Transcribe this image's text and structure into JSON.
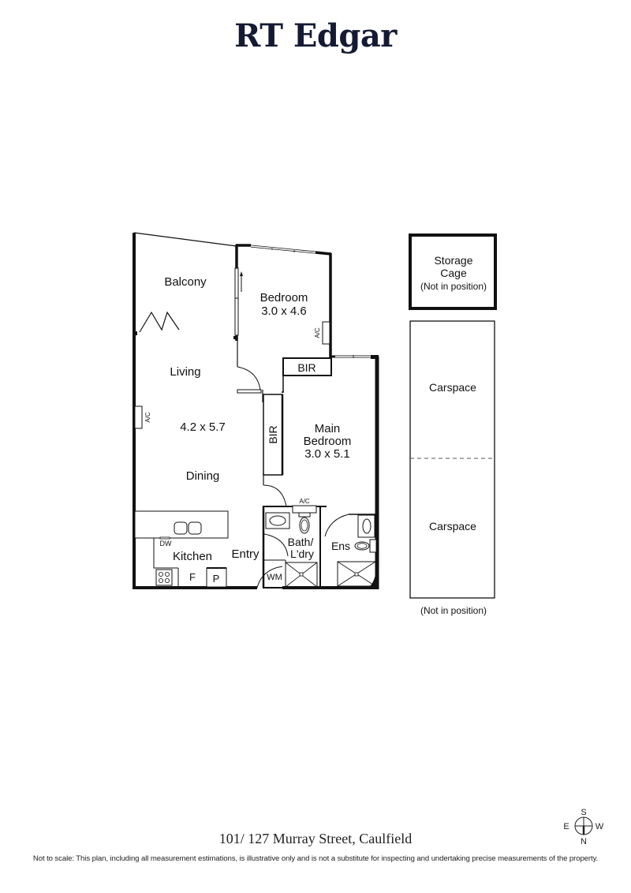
{
  "brand": {
    "name": "RT Edgar",
    "color": "#141a33"
  },
  "floorplan": {
    "rooms": {
      "balcony": {
        "label": "Balcony"
      },
      "bedroom": {
        "label": "Bedroom",
        "dimensions": "3.0 x 4.6"
      },
      "living": {
        "label": "Living",
        "dimensions": "4.2 x 5.7"
      },
      "dining": {
        "label": "Dining"
      },
      "kitchen": {
        "label": "Kitchen"
      },
      "entry": {
        "label": "Entry"
      },
      "main_bedroom": {
        "label_line1": "Main",
        "label_line2": "Bedroom",
        "dimensions": "3.0 x 5.1"
      },
      "bath_laundry": {
        "label_line1": "Bath/",
        "label_line2": "L'dry"
      },
      "ensuite": {
        "label": "Ens"
      }
    },
    "fixtures": {
      "bir_bedroom": "BIR",
      "bir_main": "BIR",
      "ac_bedroom": "A/C",
      "ac_living": "A/C",
      "ac_bath": "A/C",
      "dishwasher": "DW",
      "fridge": "F",
      "pantry": "P",
      "washing_machine": "WM"
    },
    "storage_cage": {
      "line1": "Storage",
      "line2": "Cage",
      "line3": "(Not in position)"
    },
    "carspaces": [
      {
        "label": "Carspace"
      },
      {
        "label": "Carspace"
      }
    ],
    "carspace_note": "(Not in position)"
  },
  "compass": {
    "top": "S",
    "left": "E",
    "right": "W",
    "bottom": "N"
  },
  "address": "101/ 127 Murray Street, Caulfield",
  "disclaimer": "Not to scale: This plan, including all measurement estimations, is illustrative only and is not a substitute for inspecting and undertaking precise measurements of the property."
}
